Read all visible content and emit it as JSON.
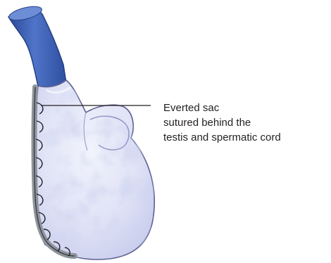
{
  "annotation": {
    "lines": [
      "Everted sac",
      "sutured behind the",
      "testis and spermatic cord"
    ]
  },
  "colors": {
    "background": "#ffffff",
    "cord_blue": "#3f63b5",
    "sac_lavender": "#dde0f5",
    "sac_outline": "#5d5f8f",
    "suture_line": "#22222a",
    "suture_band": "#8f949c",
    "label_text": "#231f20"
  },
  "icons": {
    "suture": "continuous-suture-icon"
  }
}
